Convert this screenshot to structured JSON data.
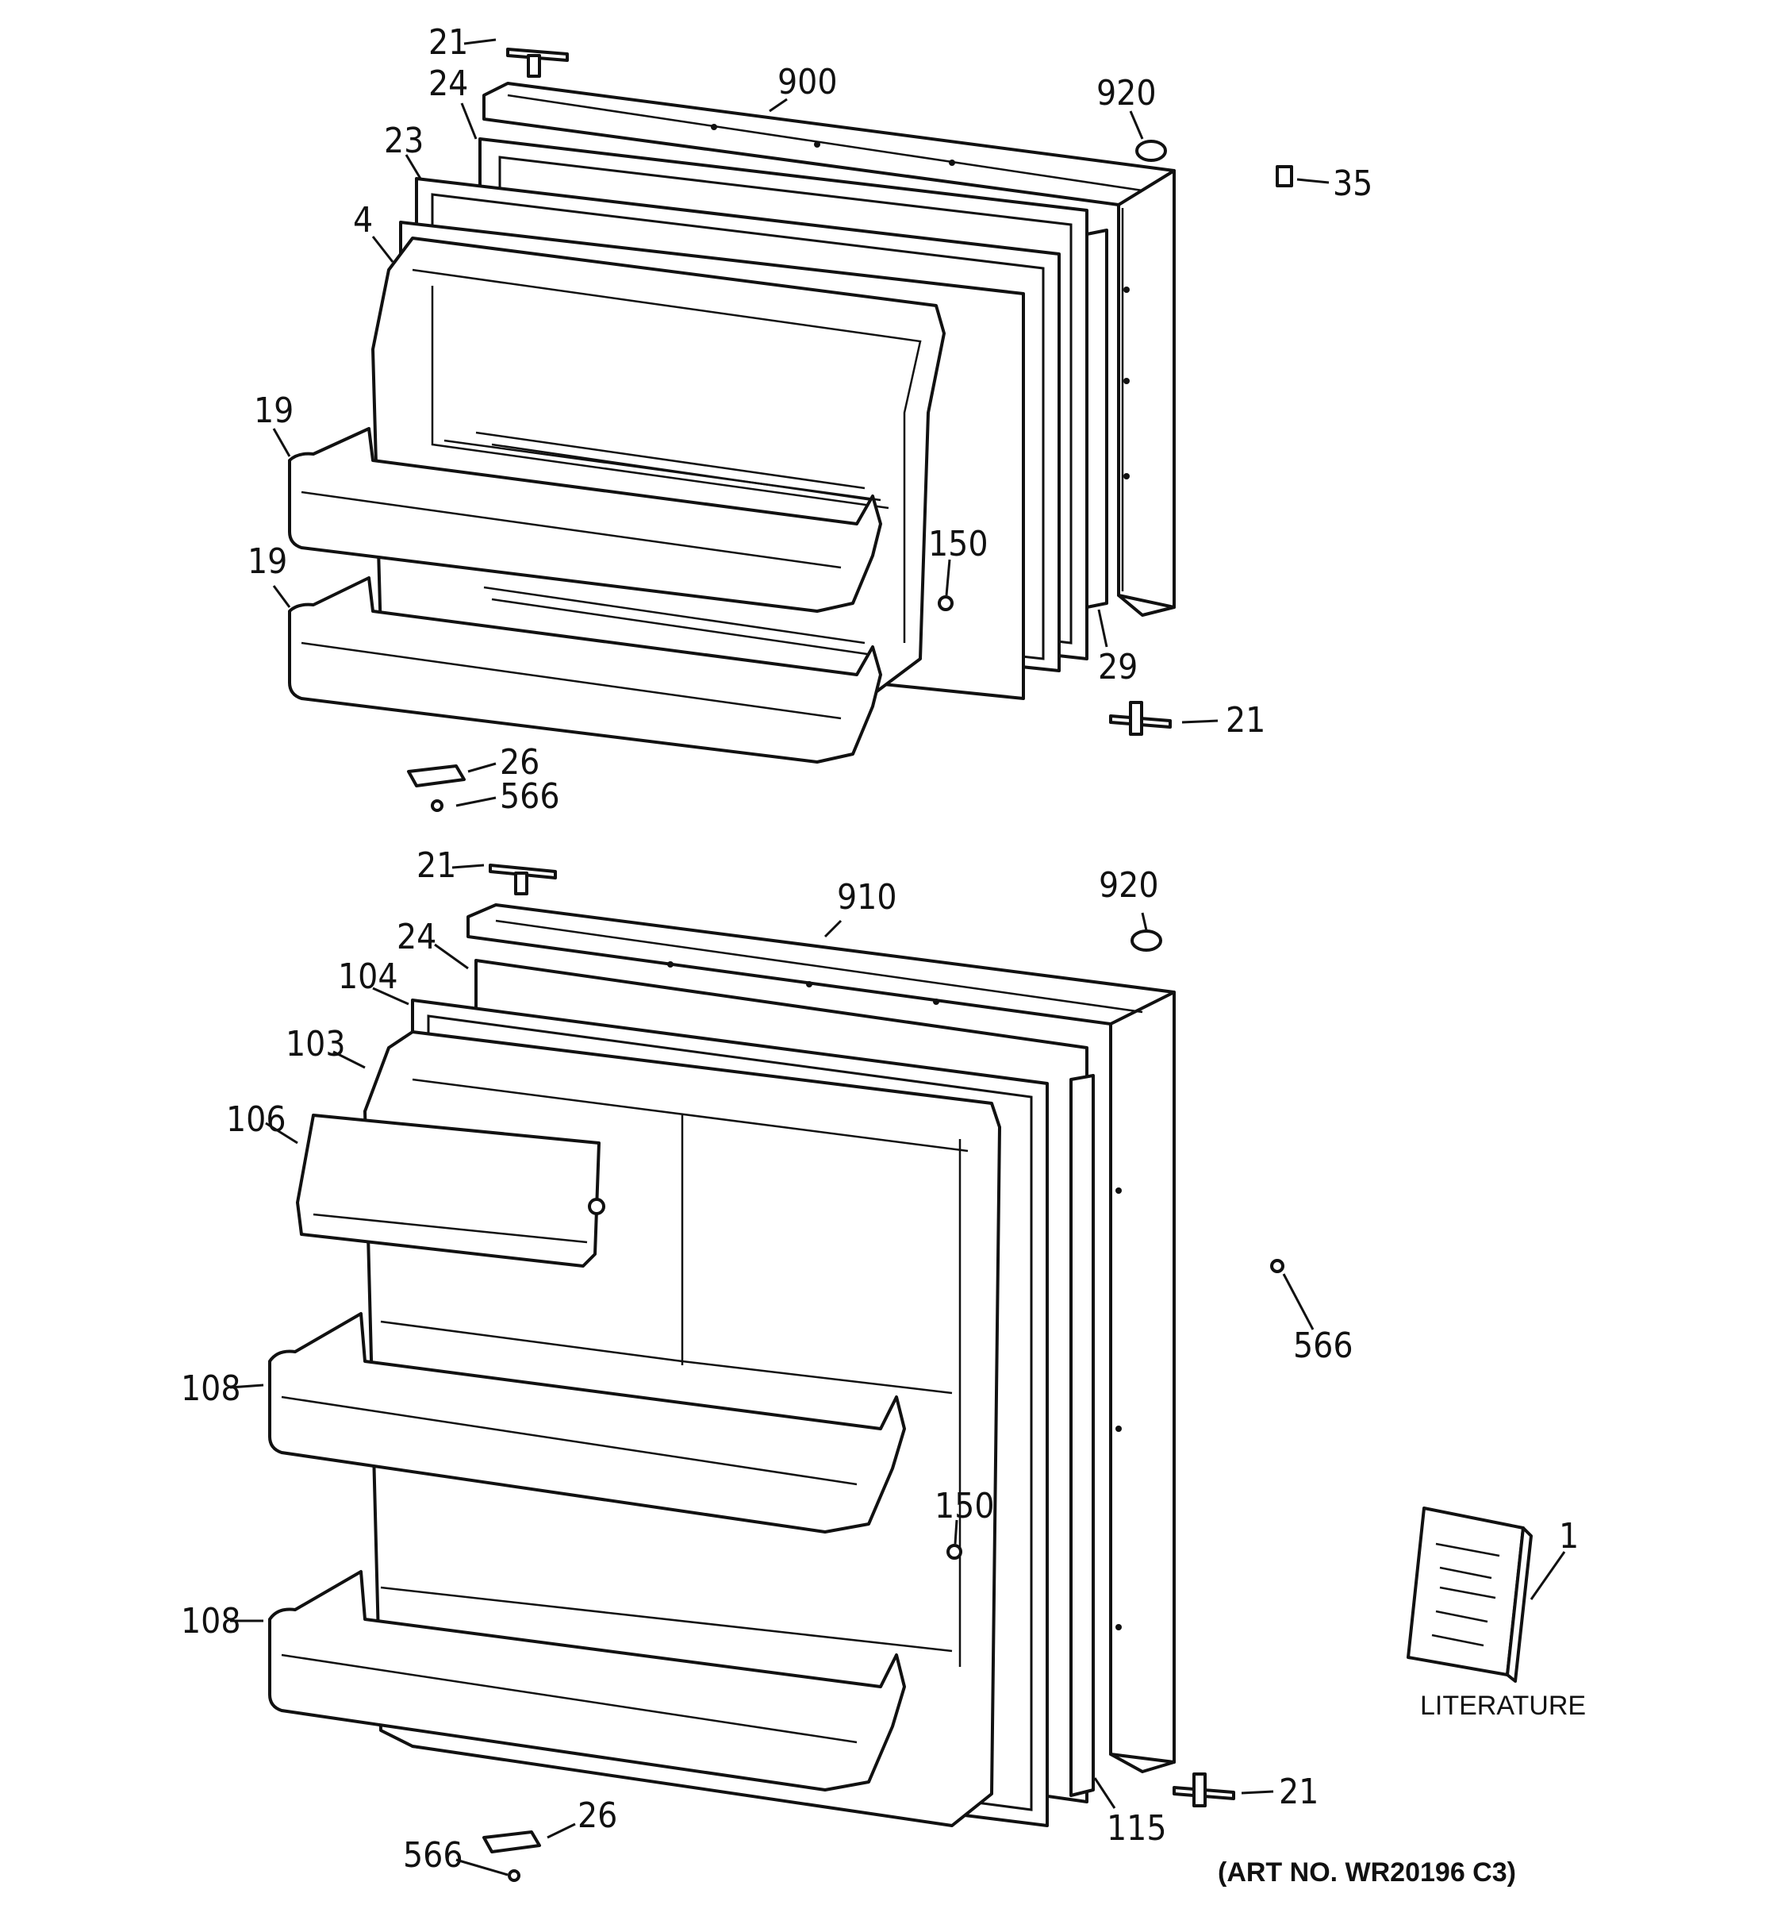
{
  "callouts": {
    "c21_top": "21",
    "c900": "900",
    "c24_top": "24",
    "c920_top": "920",
    "c23": "23",
    "c35": "35",
    "c4": "4",
    "c19_a": "19",
    "c19_b": "19",
    "c150_top": "150",
    "c29": "29",
    "c21_mid": "21",
    "c26_top": "26",
    "c566_top": "566",
    "c21_low": "21",
    "c910": "910",
    "c920_low": "920",
    "c24_low": "24",
    "c104": "104",
    "c103": "103",
    "c106": "106",
    "c566_right": "566",
    "c108_a": "108",
    "c150_low": "150",
    "c1": "1",
    "c108_b": "108",
    "c21_bottom": "21",
    "c115": "115",
    "c26_low": "26",
    "c566_low": "566"
  },
  "literature_label": "LITERATURE",
  "art_number": "(ART NO. WR20196 C3)"
}
